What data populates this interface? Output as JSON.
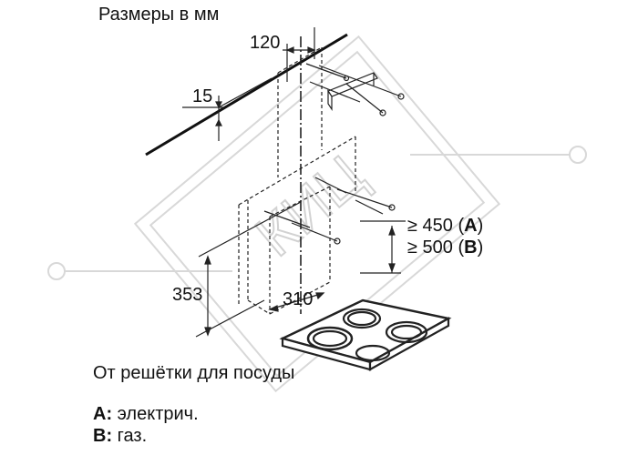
{
  "title": "Размеры в мм",
  "dimensions": {
    "top_gap": "120",
    "wall_offset": "15",
    "bracket_height": "353",
    "bracket_width": "310",
    "min_height_a": {
      "prefix": "≥ 450 (",
      "letter": "A",
      "suffix": ")"
    },
    "min_height_b": {
      "prefix": "≥ 500 (",
      "letter": "B",
      "suffix": ")"
    }
  },
  "caption": "От решётки для посуды",
  "legend": [
    {
      "key": "A:",
      "text": " электрич."
    },
    {
      "key": "B:",
      "text": " газ."
    }
  ],
  "watermark": "КИЦ"
}
